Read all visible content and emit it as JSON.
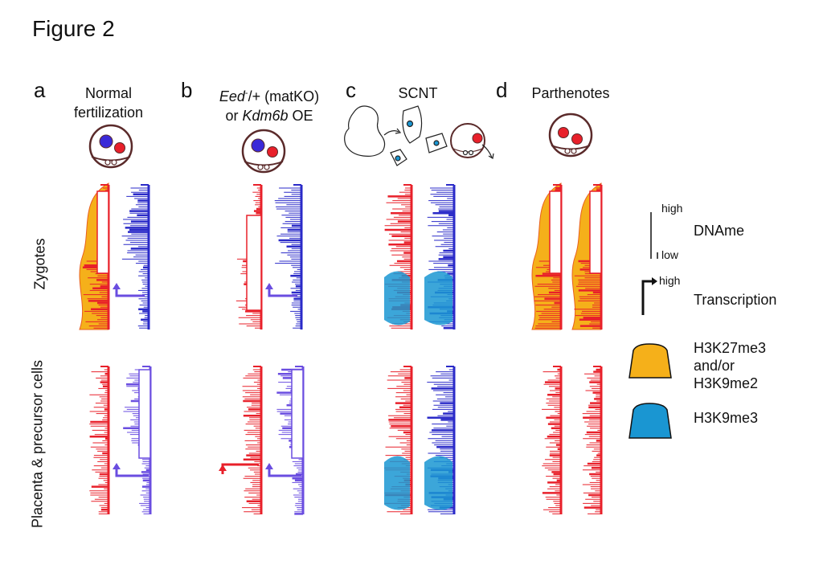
{
  "figure_title": "Figure 2",
  "panels": [
    {
      "letter": "a",
      "title_line1": "Normal",
      "title_line2": "fertilization"
    },
    {
      "letter": "b",
      "title_line1_italic": "Eed",
      "title_line1_sup": "-",
      "title_line1_rest": "/+ (matKO)",
      "title_line2_pre": "or ",
      "title_line2_italic": "Kdm6b",
      "title_line2_post": " OE"
    },
    {
      "letter": "c",
      "title_line1": "SCNT"
    },
    {
      "letter": "d",
      "title_line1": "Parthenotes"
    }
  ],
  "row_labels": {
    "zygotes": "Zygotes",
    "placenta": "Placenta & precursor cells"
  },
  "legend": {
    "dname_high": "high",
    "dname_low": "low",
    "dname_label": "DNAme",
    "transcription_high": "high",
    "transcription_label": "Transcription",
    "h3k27_line1": "H3K27me3",
    "h3k27_line2": "and/or",
    "h3k27_line3": "H3K9me2",
    "h3k9me3_label": "H3K9me3"
  },
  "colors": {
    "maternal": "#e8202a",
    "paternal": "#2a2ac8",
    "paternal_light": "#6a4de0",
    "h3k27": "#f5b01a",
    "h3k9me3": "#1a96d2",
    "embryo_outline": "#5a2a2a"
  }
}
